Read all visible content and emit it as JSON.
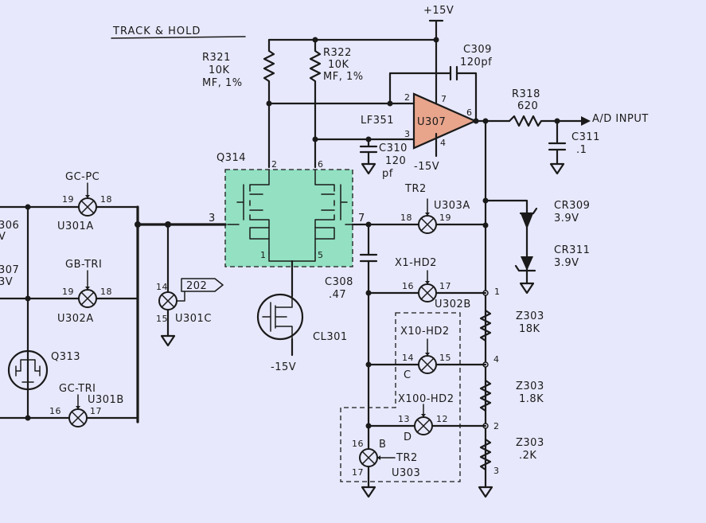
{
  "title": "TRACK & HOLD",
  "supplies": {
    "vpos": "+15V",
    "vneg_opamp": "-15V",
    "vneg_cl": "-15V"
  },
  "resistors": {
    "r321": {
      "ref": "R321",
      "value": "10K",
      "tol": "MF, 1%"
    },
    "r322": {
      "ref": "R322",
      "value": "10K",
      "tol": "MF, 1%"
    },
    "r318": {
      "ref": "R318",
      "value": "620"
    }
  },
  "capacitors": {
    "c309": {
      "ref": "C309",
      "value": "120pf"
    },
    "c310": {
      "ref": "C310",
      "value": "120",
      "unit": "pf"
    },
    "c311": {
      "ref": "C311",
      "value": ".1"
    },
    "c308": {
      "ref": "C308",
      "value": ".47"
    }
  },
  "opamp": {
    "ref": "U307",
    "part": "LF351",
    "pin_inv": "2",
    "pin_noninv": "3",
    "pin_out": "6",
    "pin_vpos": "7",
    "pin_vneg": "4",
    "color": "#e8a58c"
  },
  "fet_array": {
    "ref": "Q314",
    "pins": [
      "2",
      "6",
      "3",
      "7",
      "1",
      "5"
    ],
    "color": "#93e0c2"
  },
  "current_limiter": {
    "ref": "CL301"
  },
  "output": {
    "label": "A/D INPUT"
  },
  "zeners": {
    "cr309": {
      "ref": "CR309",
      "value": "3.9V"
    },
    "cr311": {
      "ref": "CR311",
      "value": "3.9V"
    }
  },
  "networks": {
    "z1": {
      "ref": "Z303",
      "value": "18K",
      "pin": "1"
    },
    "z2": {
      "ref": "Z303",
      "value": "1.8K",
      "pin": "4"
    },
    "z3": {
      "ref": "Z303",
      "value": ".2K",
      "pin": "2",
      "pin_bottom": "3"
    }
  },
  "switches": {
    "u301a": {
      "ref": "U301A",
      "ctrl": "GC-PC",
      "pin_in": "19",
      "pin_out": "18"
    },
    "u302a": {
      "ref": "U302A",
      "ctrl": "GB-TRI",
      "pin_in": "19",
      "pin_out": "18"
    },
    "u301b": {
      "ref": "U301B",
      "ctrl": "GC-TRI",
      "pin_in": "16",
      "pin_out": "17"
    },
    "u301c": {
      "ref": "U301C",
      "pin_in": "14",
      "pin_out": "15",
      "ctrl": "202"
    },
    "u303a": {
      "ref": "U303A",
      "ctrl": "TR2",
      "pin_in": "18",
      "pin_out": "19"
    },
    "u302b": {
      "ref": "U302B",
      "ctrl": "X1-HD2",
      "pin_in": "16",
      "pin_out": "17"
    },
    "sw_c": {
      "ref": "C",
      "ctrl": "X10-HD2",
      "pin_in": "14",
      "pin_out": "15"
    },
    "sw_d": {
      "ref": "D",
      "ctrl": "X100-HD2",
      "pin_in": "13",
      "pin_out": "12"
    },
    "sw_b": {
      "ref": "B",
      "ctrl": "TR2",
      "pin_in": "16",
      "pin_out": "17"
    },
    "u303": {
      "ref": "U303"
    }
  },
  "transistor": {
    "ref": "Q313"
  },
  "left_cut": {
    "a": "306",
    "b": "V",
    "c": "307",
    "d": "3V"
  }
}
